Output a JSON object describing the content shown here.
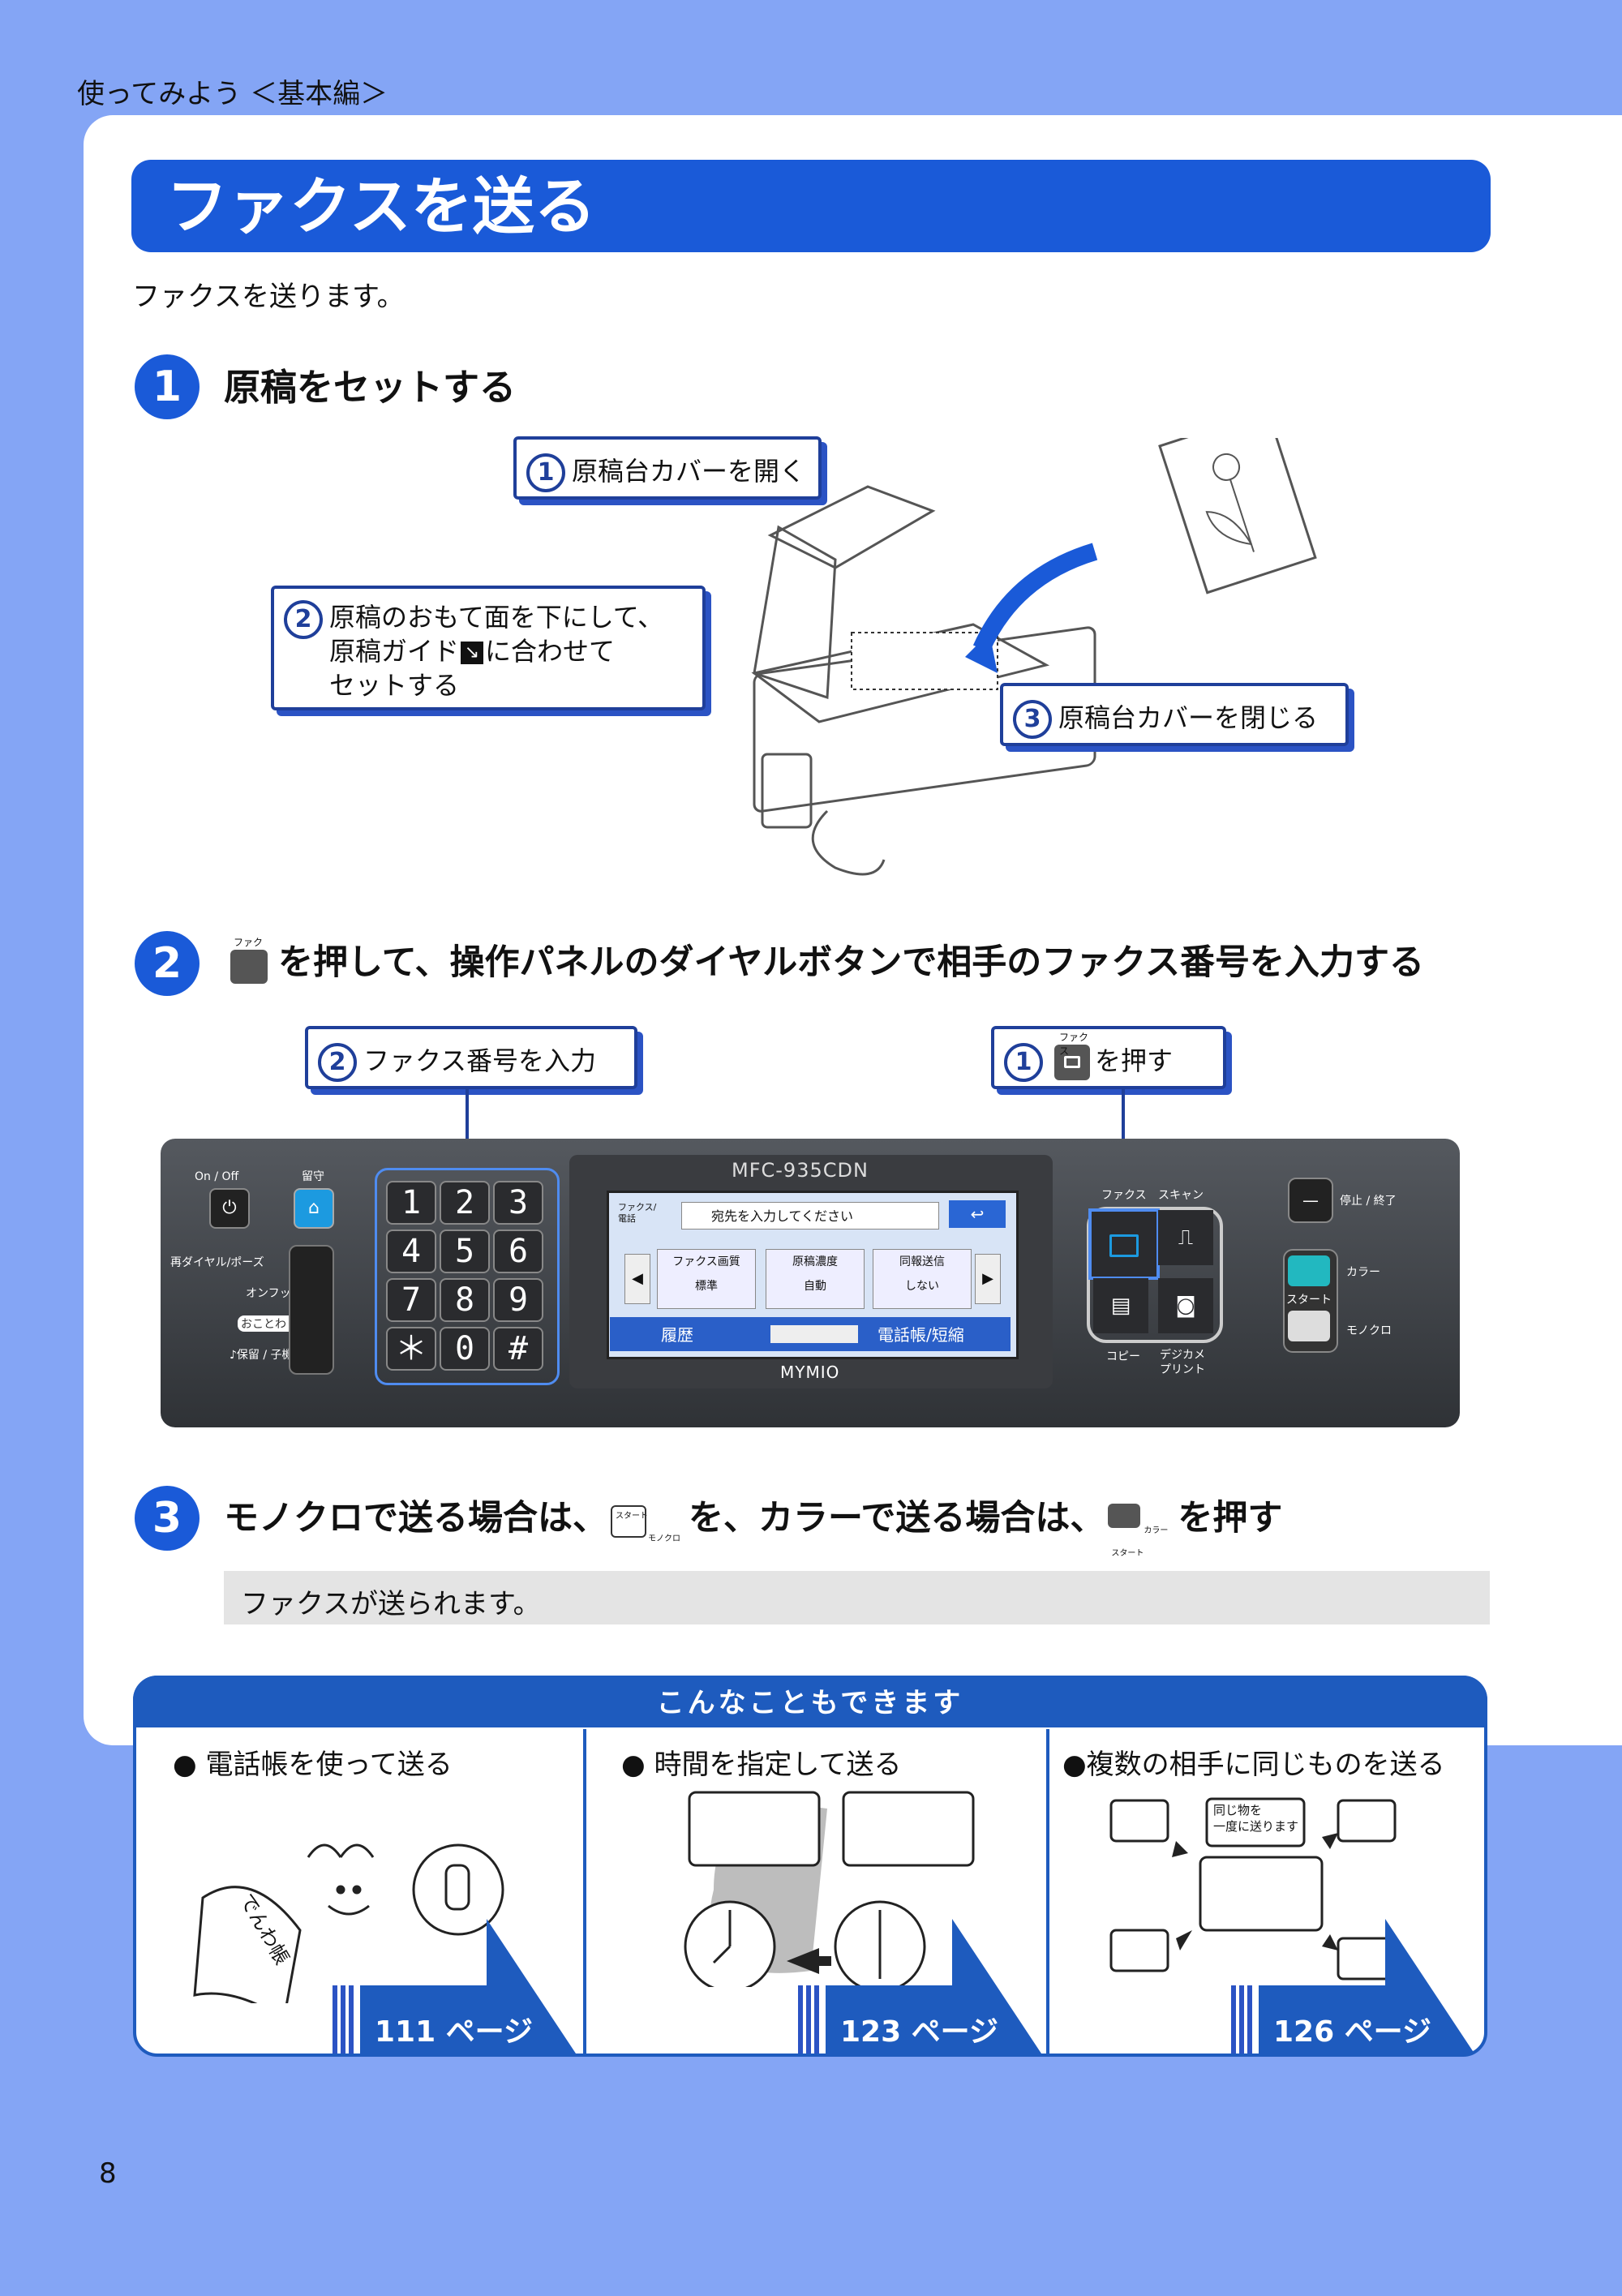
{
  "header": {
    "breadcrumb": "使ってみよう ＜基本編＞"
  },
  "title": "ファクスを送る",
  "intro": "ファクスを送ります。",
  "steps": [
    {
      "number": "1",
      "title": "原稿をセットする",
      "callouts": [
        {
          "num": "1",
          "text": "原稿台カバーを開く"
        },
        {
          "num": "2",
          "line1": "原稿のおもて面を下にして、",
          "line2": "原稿ガイド",
          "line2b": "に合わせて",
          "line3": "セットする"
        },
        {
          "num": "3",
          "text": "原稿台カバーを閉じる"
        }
      ]
    },
    {
      "number": "2",
      "key_caption": "ファクス",
      "title": "を押して、操作パネルのダイヤルボタンで相手のファクス番号を入力する",
      "callouts": [
        {
          "num": "2",
          "text": "ファクス番号を入力"
        },
        {
          "num": "1",
          "text": "を押す",
          "key_caption": "ファクス"
        }
      ]
    },
    {
      "number": "3",
      "title_a": "モノクロで送る場合は、",
      "title_b": "を、カラーで送る場合は、",
      "title_c": "を押す",
      "mono_key_top": "スタート",
      "mono_key_side": "モノクロ",
      "color_key_side": "カラー",
      "color_key_bottom": "スタート"
    }
  ],
  "panel": {
    "model": "MFC-935CDN",
    "brand": "MYMIO",
    "left_labels": {
      "power": "On / Off",
      "answer": "留守",
      "redial": "再ダイヤル/ポーズ",
      "onhook": "オンフック",
      "okotowari": "おことわり",
      "hold": "♪保留 / 子機"
    },
    "keypad": [
      "1",
      "2",
      "3",
      "4",
      "5",
      "6",
      "7",
      "8",
      "9",
      "＊",
      "0",
      "#"
    ],
    "lcd": {
      "tab_label_1": "ファクス/",
      "tab_label_2": "電話",
      "destination_placeholder": "宛先を入力してください",
      "buttons": [
        {
          "label": "ファクス画質",
          "value": "標準"
        },
        {
          "label": "原稿濃度",
          "value": "自動"
        },
        {
          "label": "同報送信",
          "value": "しない"
        }
      ],
      "history": "履歴",
      "phonebook": "電話帳/短縮"
    },
    "mode_labels": {
      "fax": "ファクス",
      "scan": "スキャン",
      "copy": "コピー",
      "photo_1": "デジカメ",
      "photo_2": "プリント"
    },
    "right_labels": {
      "stop": "停止 / 終了",
      "color": "カラー",
      "start": "スタート",
      "mono": "モノクロ"
    }
  },
  "result_note": "ファクスが送られます。",
  "tips": {
    "title": "こんなこともできます",
    "items": [
      {
        "heading": "● 電話帳を使って送る",
        "page": "111 ページ",
        "book_label": "でんわ帳"
      },
      {
        "heading": "● 時間を指定して送る",
        "page": "123 ページ"
      },
      {
        "heading": "●複数の相手に同じものを送る",
        "page": "126 ページ",
        "bubble_1": "同じ物を",
        "bubble_2": "一度に送ります"
      }
    ]
  },
  "page_number": "8",
  "colors": {
    "background": "#84a5f5",
    "accent": "#1a5ad8",
    "callout_border": "#1f3f9a",
    "panel": "#3d4045",
    "note_bg": "#e4e4e4"
  }
}
